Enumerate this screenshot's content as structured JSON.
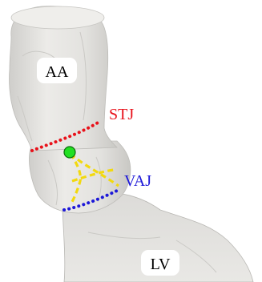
{
  "figure": {
    "labels": {
      "aa": "AA",
      "stj": "STJ",
      "vaj": "VAJ",
      "lv": "LV"
    },
    "colors": {
      "stj_line": "#e8111a",
      "vaj_line": "#1d18d8",
      "leaflet_lines": "#f2d90f",
      "marker_fill": "#22e022",
      "marker_stroke": "#0b6e0b",
      "surface": "#e7e6e3",
      "surface_shade": "#cfcecb",
      "surface_dark": "#b9b8b4"
    }
  }
}
